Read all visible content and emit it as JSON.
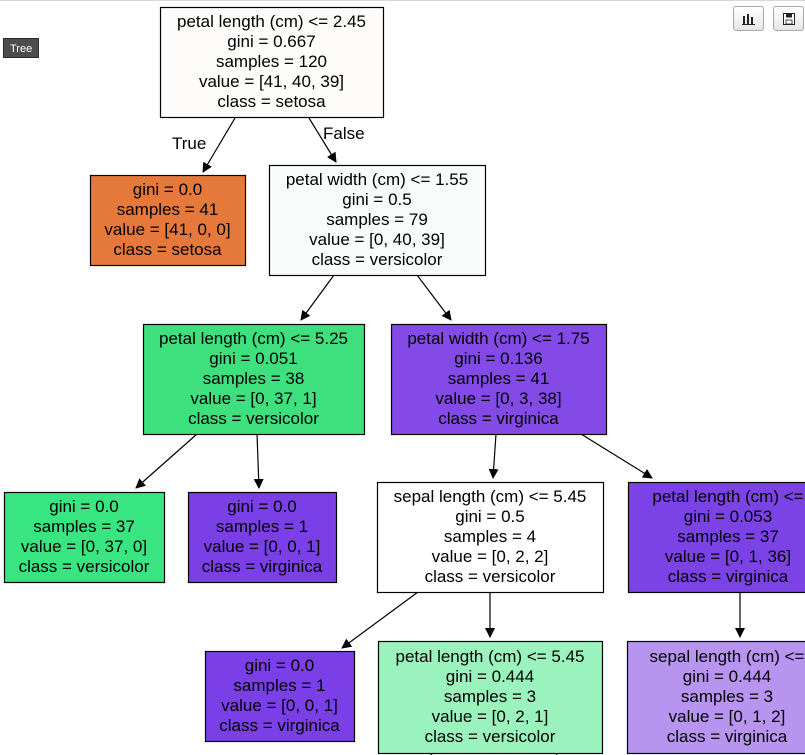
{
  "tree_badge": "Tree",
  "toolbar": [
    {
      "icon": "bar-chart-icon"
    },
    {
      "icon": "save-icon"
    }
  ],
  "edge_labels": {
    "true_label": "True",
    "false_label": "False"
  },
  "nodes": [
    {
      "id": "n0",
      "lines": [
        "petal length (cm) <= 2.45",
        "gini = 0.667",
        "samples = 120",
        "value = [41, 40, 39]",
        "class = setosa"
      ],
      "fill": "#fefcfb"
    },
    {
      "id": "n1",
      "lines": [
        "gini = 0.0",
        "samples = 41",
        "value = [41, 0, 0]",
        "class = setosa"
      ],
      "fill": "#e5793b"
    },
    {
      "id": "n2",
      "lines": [
        "petal width (cm) <= 1.55",
        "gini = 0.5",
        "samples = 79",
        "value = [0, 40, 39]",
        "class = versicolor"
      ],
      "fill": "#f8fdfb"
    },
    {
      "id": "n3",
      "lines": [
        "petal length (cm) <= 5.25",
        "gini = 0.051",
        "samples = 38",
        "value = [0, 37, 1]",
        "class = versicolor"
      ],
      "fill": "#3ee07d"
    },
    {
      "id": "n4",
      "lines": [
        "petal width (cm) <= 1.75",
        "gini = 0.136",
        "samples = 41",
        "value = [0, 3, 38]",
        "class = virginica"
      ],
      "fill": "#844ae7"
    },
    {
      "id": "n5",
      "lines": [
        "gini = 0.0",
        "samples = 37",
        "value = [0, 37, 0]",
        "class = versicolor"
      ],
      "fill": "#39e580"
    },
    {
      "id": "n6",
      "lines": [
        "gini = 0.0",
        "samples = 1",
        "value = [0, 0, 1]",
        "class = virginica"
      ],
      "fill": "#7a3fe6"
    },
    {
      "id": "n7",
      "lines": [
        "sepal length (cm) <= 5.45",
        "gini = 0.5",
        "samples = 4",
        "value = [0, 2, 2]",
        "class = versicolor"
      ],
      "fill": "#ffffff"
    },
    {
      "id": "n8",
      "lines": [
        "petal length (cm) <= ",
        "gini = 0.053",
        "samples = 37",
        "value = [0, 1, 36]",
        "class = virginica"
      ],
      "fill": "#7b42e6"
    },
    {
      "id": "n9",
      "lines": [
        "gini = 0.0",
        "samples = 1",
        "value = [0, 0, 1]",
        "class = virginica"
      ],
      "fill": "#7a3fe6"
    },
    {
      "id": "n10",
      "lines": [
        "petal length (cm) <= 5.45",
        "gini = 0.444",
        "samples = 3",
        "value = [0, 2, 1]",
        "class = versicolor"
      ],
      "fill": "#9af2bd"
    },
    {
      "id": "n11",
      "lines": [
        "sepal length (cm) <= ",
        "gini = 0.444",
        "samples = 3",
        "value = [0, 1, 2]",
        "class = virginica"
      ],
      "fill": "#b794ef"
    }
  ]
}
